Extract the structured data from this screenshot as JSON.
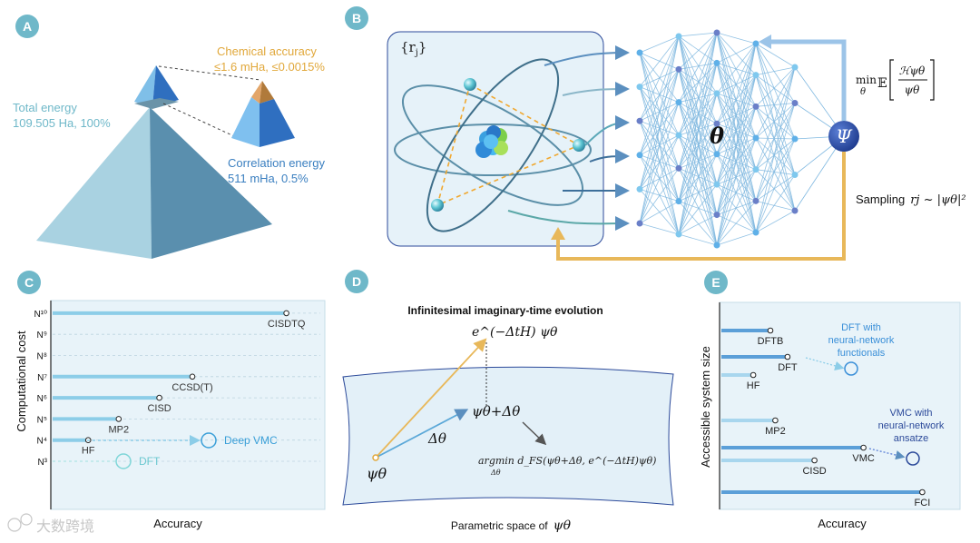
{
  "panels": {
    "a": "A",
    "b": "B",
    "c": "C",
    "d": "D",
    "e": "E"
  },
  "colors": {
    "teal": "#6fb8c9",
    "blue": "#3a6fb5",
    "orange": "#e1a83b",
    "light_blue": "#7fc0e8",
    "panel_bg": "#e8f3f9",
    "dark_blue": "#2c4a9a",
    "cyan": "#7fd6d8"
  },
  "a": {
    "chem_title": "Chemical accuracy",
    "chem_value": "≤1.6 mHa, ≤0.0015%",
    "total_title": "Total energy",
    "total_value": "109.505 Ha, 100%",
    "corr_title": "Correlation energy",
    "corr_value": "511 mHa, 0.5%"
  },
  "b": {
    "electrons": "{r",
    "electrons_sub": "j",
    "electrons_close": "}",
    "theta": "θ",
    "psi": "Ψ",
    "objective_min": "min",
    "objective_min_sub": "θ",
    "objective_e": "𝔼",
    "objective_num": "ℋψθ",
    "objective_den": "ψθ",
    "sampling": "Sampling",
    "sampling_expr": "rj ~ |ψθ|²"
  },
  "c": {
    "ylabel": "Computational cost",
    "xlabel": "Accuracy",
    "ticks": [
      "N³",
      "N⁴",
      "N⁵",
      "N⁶",
      "N⁷",
      "N⁸",
      "N⁹",
      "N¹⁰"
    ],
    "methods": [
      {
        "name": "CISDTQ",
        "tick": "N¹⁰",
        "accuracy": 0.92
      },
      {
        "name": "CCSD(T)",
        "tick": "N⁷",
        "accuracy": 0.55
      },
      {
        "name": "CISD",
        "tick": "N⁶",
        "accuracy": 0.42
      },
      {
        "name": "MP2",
        "tick": "N⁵",
        "accuracy": 0.26
      },
      {
        "name": "HF",
        "tick": "N⁴",
        "accuracy": 0.14
      }
    ],
    "deep_vmc": "Deep VMC",
    "dft": "DFT"
  },
  "d": {
    "title": "Infinitesimal imaginary-time evolution",
    "top_expr": "e^(−ΔtH) ψθ",
    "mid_expr": "ψθ+Δθ",
    "delta": "Δθ",
    "psi": "ψθ",
    "argmin": "argmin d_FS(ψθ+Δθ, e^(−ΔtH)ψθ)",
    "argmin_sub": "Δθ",
    "caption": "Parametric space of",
    "caption_psi": "ψθ"
  },
  "e": {
    "ylabel": "Accessible system size",
    "xlabel": "Accuracy",
    "methods": [
      {
        "name": "DFTB",
        "accuracy": 0.2
      },
      {
        "name": "DFT",
        "accuracy": 0.27
      },
      {
        "name": "HF",
        "accuracy": 0.13
      },
      {
        "name": "MP2",
        "accuracy": 0.22
      },
      {
        "name": "VMC",
        "accuracy": 0.58
      },
      {
        "name": "CISD",
        "accuracy": 0.38
      },
      {
        "name": "FCI",
        "accuracy": 0.82
      }
    ],
    "dft_nn": [
      "DFT with",
      "neural-network",
      "functionals"
    ],
    "vmc_nn": [
      "VMC  with",
      "neural-network",
      "ansatze"
    ]
  },
  "watermark": "大数跨境"
}
